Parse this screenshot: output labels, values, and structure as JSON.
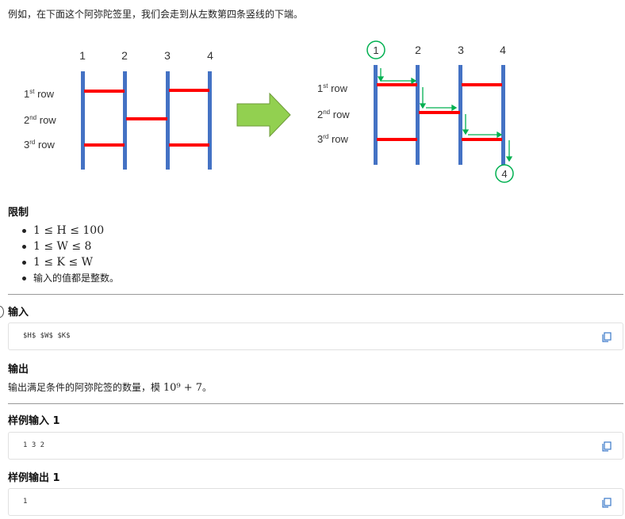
{
  "intro": "例如，在下面这个阿弥陀签里，我们会走到从左数第四条竖线的下端。",
  "diagram": {
    "column_labels": [
      "1",
      "2",
      "3",
      "4"
    ],
    "row_labels": [
      {
        "num": "1",
        "suffix": "st",
        "word": "row"
      },
      {
        "num": "2",
        "suffix": "nd",
        "word": "row"
      },
      {
        "num": "3",
        "suffix": "rd",
        "word": "row"
      }
    ],
    "start_label": "1",
    "end_label": "4",
    "colors": {
      "vertical": "#4472c4",
      "horizontal": "#ff0000",
      "arrow": "#92d050",
      "path": "#00b050"
    }
  },
  "constraints": {
    "title": "限制",
    "items": [
      "1 ≤ H ≤ 100",
      "1 ≤ W ≤ 8",
      "1 ≤ K ≤ W",
      "输入的值都是整数。"
    ]
  },
  "input": {
    "title": "输入",
    "code": "$H$ $W$ $K$"
  },
  "output": {
    "title": "输出",
    "text_prefix": "输出满足条件的阿弥陀签的数量，模 ",
    "math": "10⁹ + 7",
    "text_suffix": "。"
  },
  "sample_input": {
    "title": "样例输入 1",
    "code": "1 3 2"
  },
  "sample_output": {
    "title": "样例输出 1",
    "code": "1"
  },
  "icons": {
    "copy": "copy-icon"
  }
}
